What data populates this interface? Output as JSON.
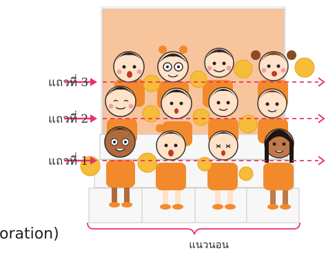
{
  "rows": [
    {
      "label": "แถวที่ 3"
    },
    {
      "label": "แถวที่ 2"
    },
    {
      "label": "แถวที่ 1"
    }
  ],
  "horizontal_label": "แนวนอน",
  "cut_caption": "oration)",
  "colors": {
    "arrow": "#e8316a",
    "backdrop": "#f8c49c",
    "shirt": "#f28a2c",
    "pompom": "#f6bd3a",
    "brace": "#e8316a"
  }
}
